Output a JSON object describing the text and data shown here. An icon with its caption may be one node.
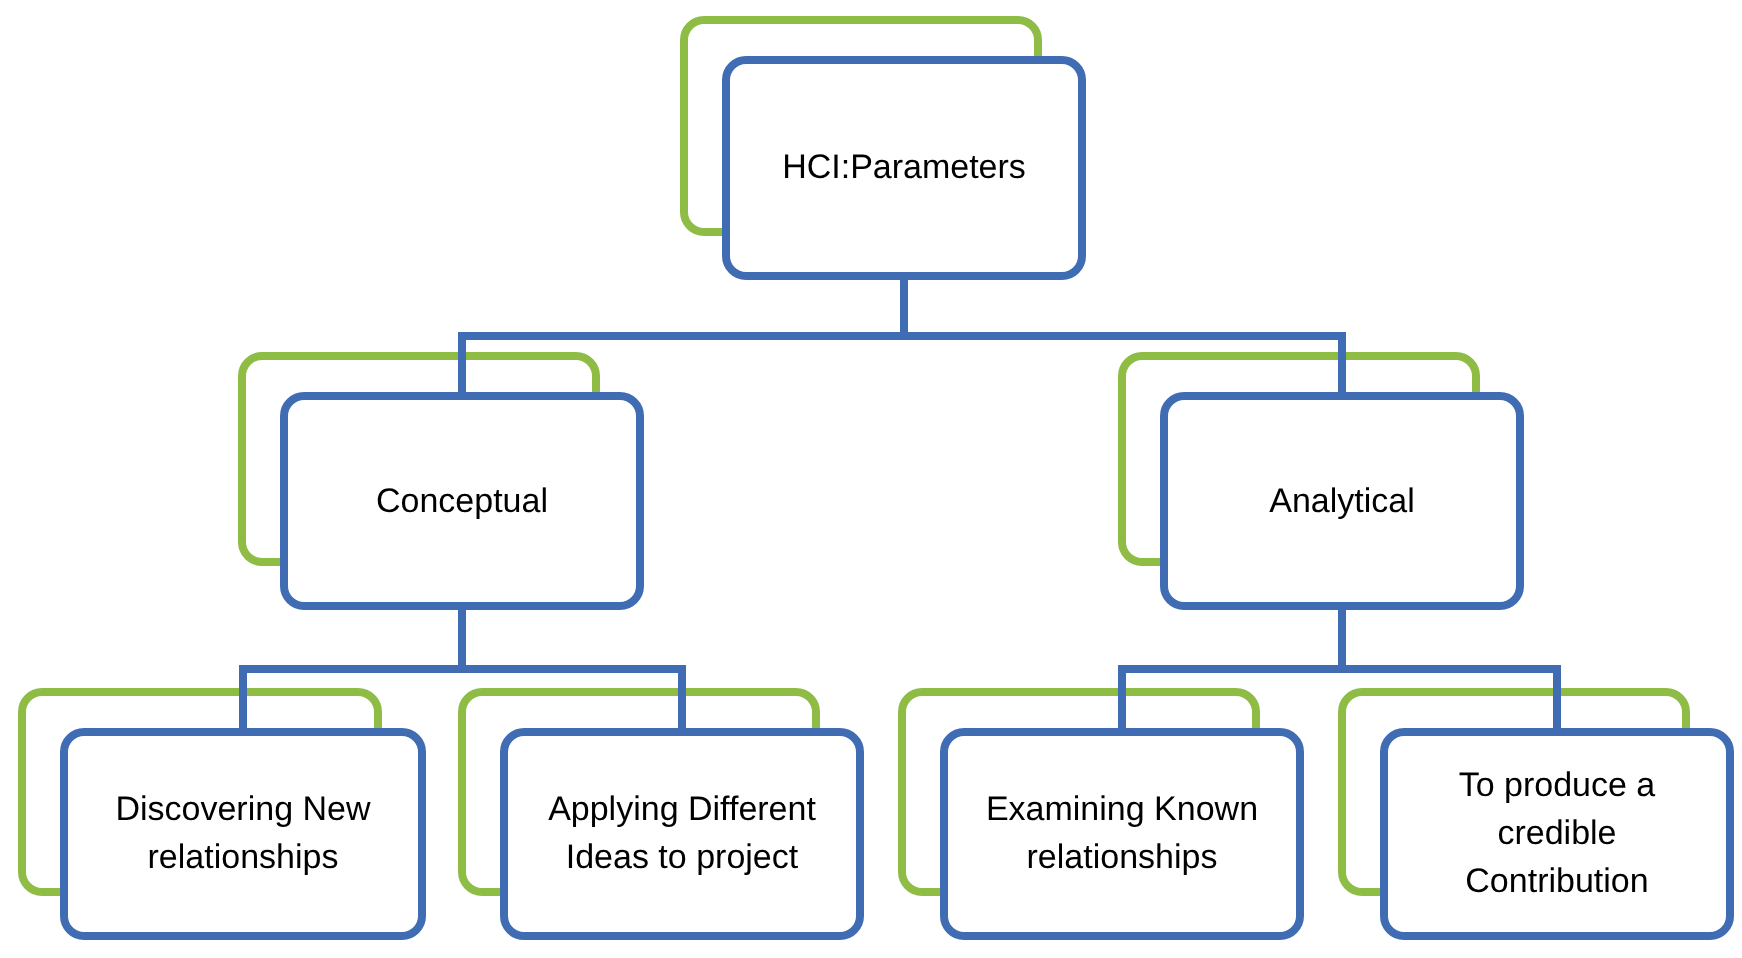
{
  "diagram": {
    "nodes": [
      {
        "text": [
          "HCI:Parameters"
        ]
      },
      {
        "text": [
          "Conceptual"
        ]
      },
      {
        "text": [
          "Analytical"
        ]
      },
      {
        "text": [
          "Discovering New relationships"
        ]
      },
      {
        "text": [
          "Applying Different Ideas to project"
        ]
      },
      {
        "text": [
          "Examining Known relationships"
        ]
      },
      {
        "text": [
          "To produce a credible Contribution"
        ]
      }
    ],
    "edges": [
      {
        "from": 0,
        "to": 1,
        "arrow": "none"
      },
      {
        "from": 0,
        "to": 2,
        "arrow": "none"
      },
      {
        "from": 1,
        "to": 3,
        "arrow": "none"
      },
      {
        "from": 1,
        "to": 4,
        "arrow": "none"
      },
      {
        "from": 2,
        "to": 5,
        "arrow": "none"
      },
      {
        "from": 2,
        "to": 6,
        "arrow": "none"
      }
    ]
  }
}
